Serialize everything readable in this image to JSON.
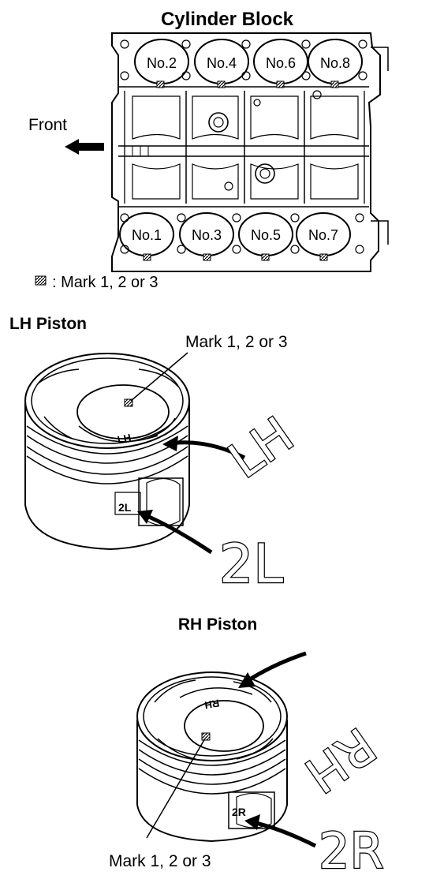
{
  "block": {
    "title": "Cylinder Block",
    "front_label": "Front",
    "top_bores": [
      "No.2",
      "No.4",
      "No.6",
      "No.8"
    ],
    "bottom_bores": [
      "No.1",
      "No.3",
      "No.5",
      "No.7"
    ],
    "legend_text": ": Mark 1, 2 or 3"
  },
  "lh_piston": {
    "title": "LH Piston",
    "mark_label": "Mark 1, 2 or 3",
    "crown_text": "LH",
    "side_text": "2L",
    "callout_crown": "LH",
    "callout_side": "2L"
  },
  "rh_piston": {
    "title": "RH Piston",
    "mark_label": "Mark 1, 2 or 3",
    "crown_text": "RH",
    "side_text": "2R",
    "callout_crown": "RH",
    "callout_side": "2R"
  }
}
